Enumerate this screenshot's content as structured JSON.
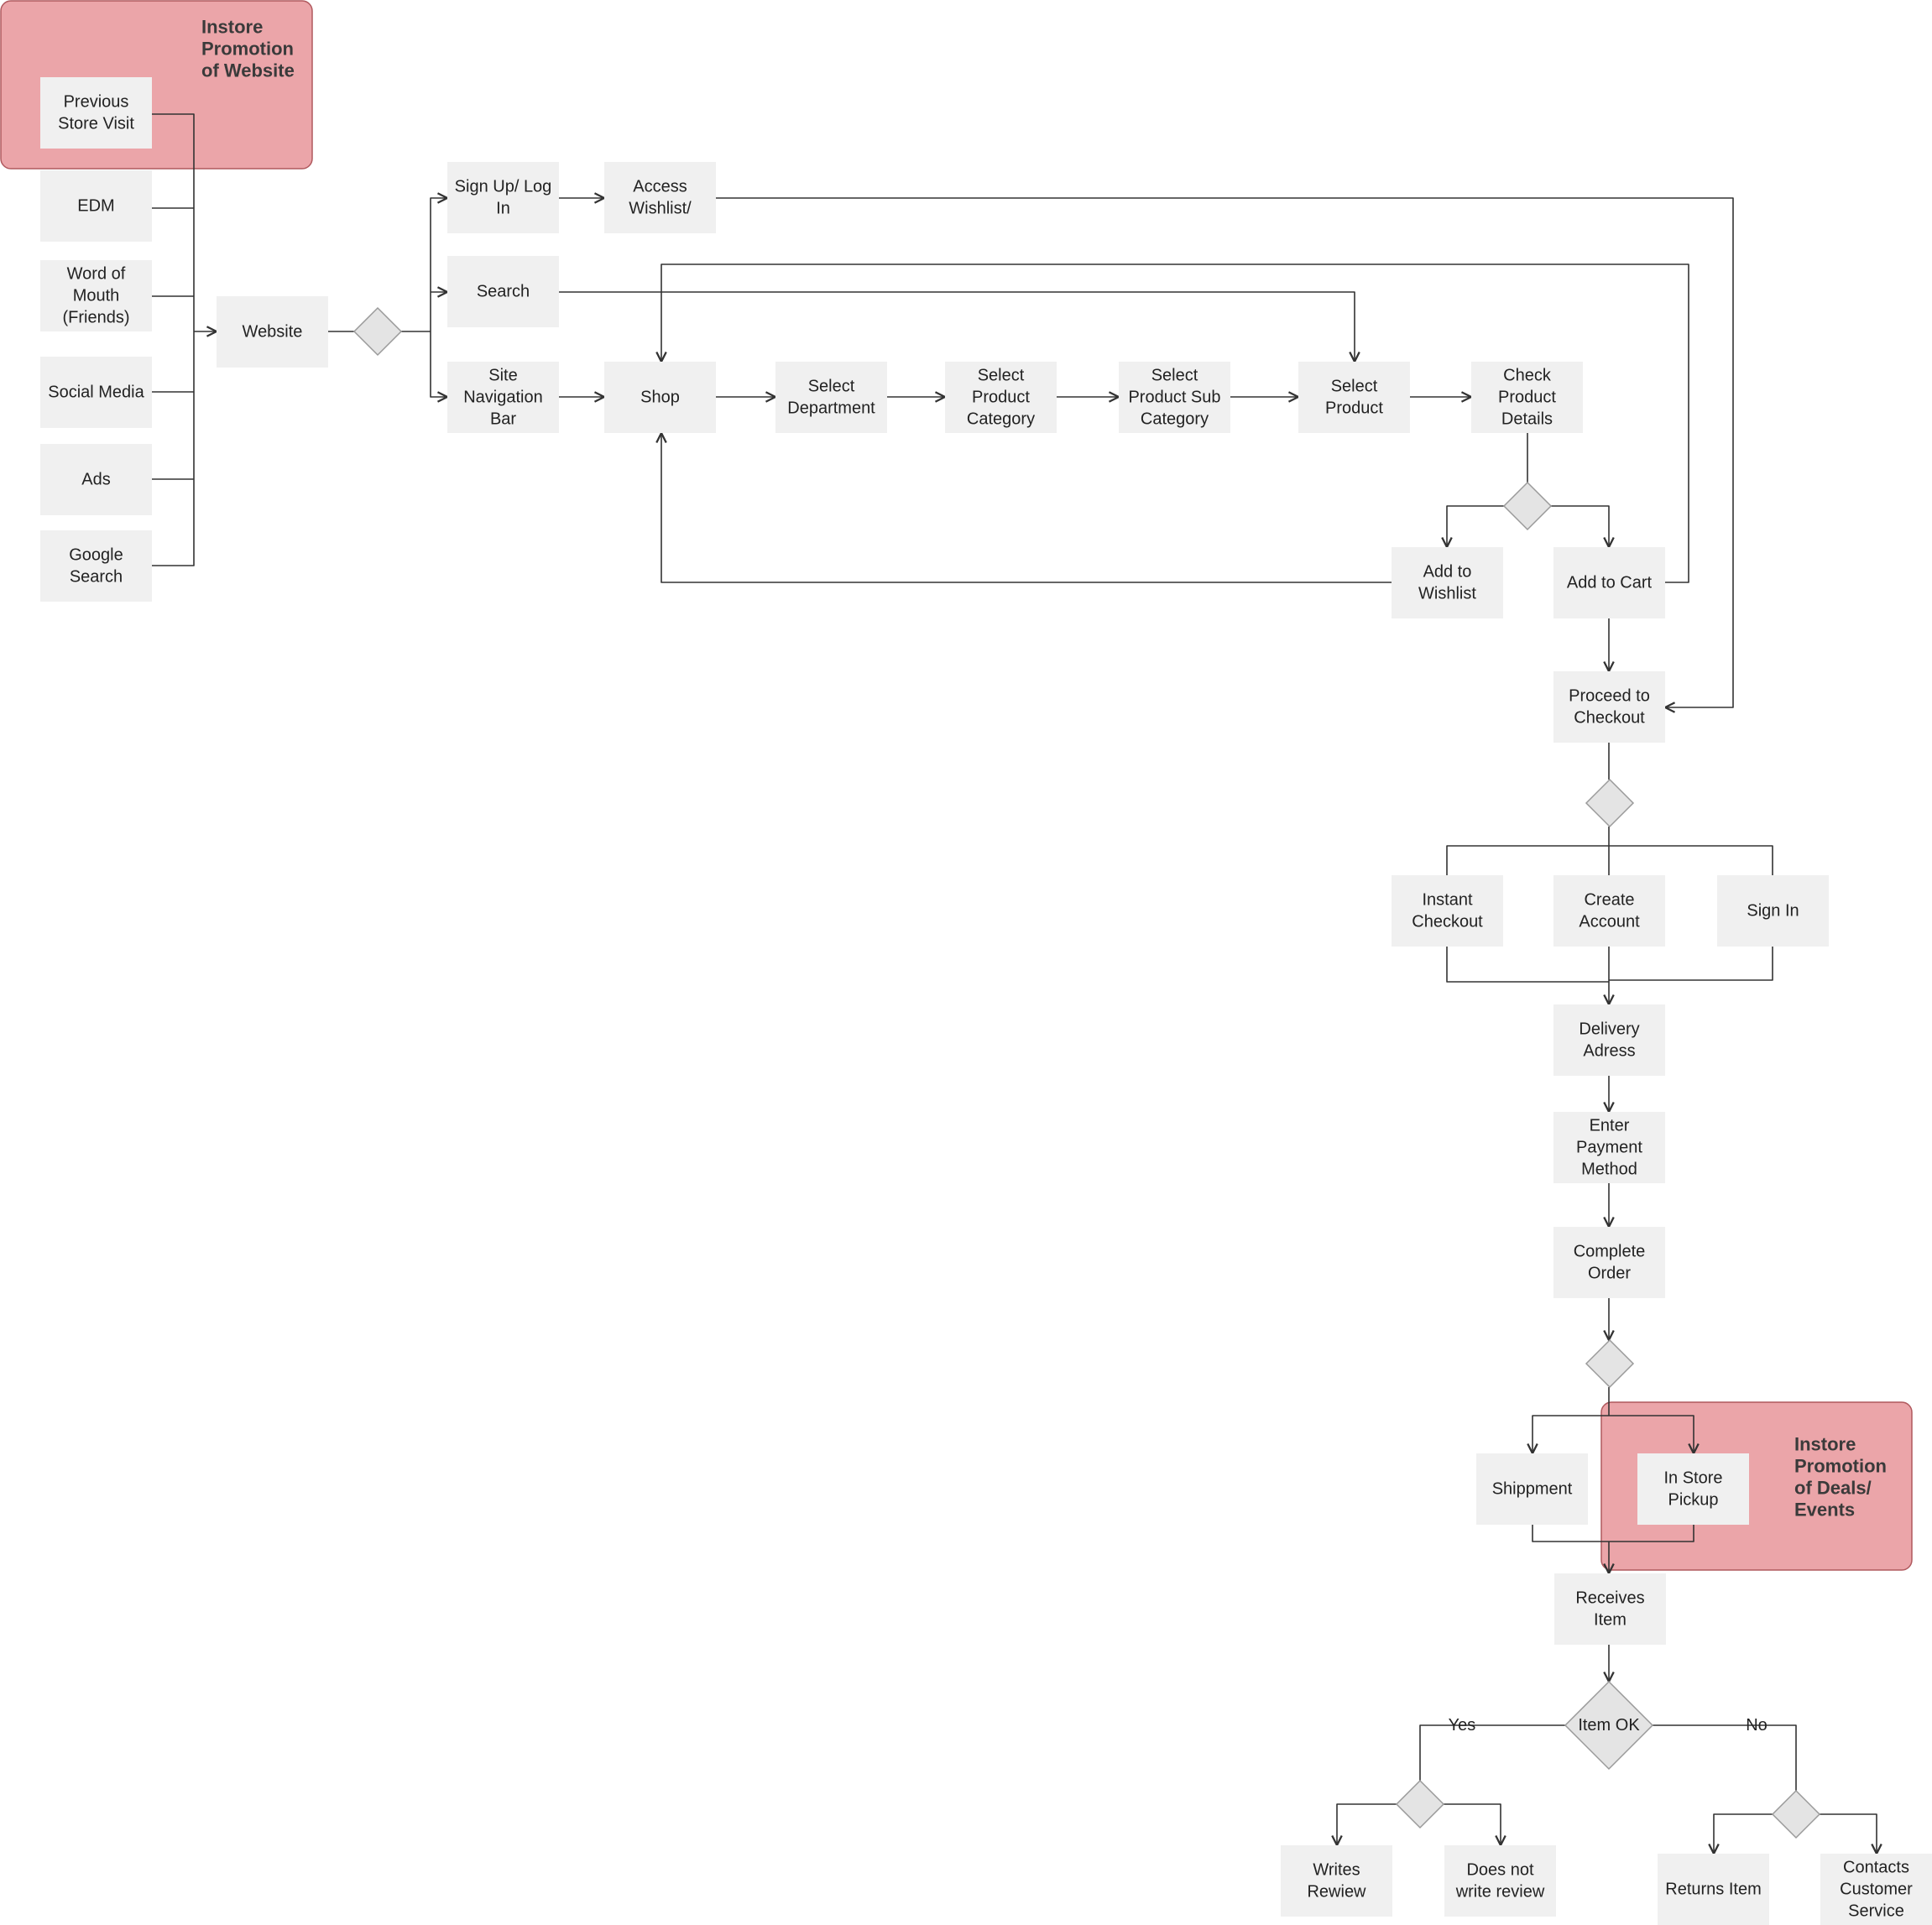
{
  "colors": {
    "box": "#f0f0f0",
    "region": "#eba5a9",
    "region_stroke": "#b0595e",
    "diamond_fill": "#e4e4e4",
    "diamond_stroke": "#9a9a9a",
    "line": "#333333"
  },
  "regions": {
    "instore_website": {
      "label": [
        "Instore",
        "Promotion",
        "of Website"
      ]
    },
    "instore_deals": {
      "label": [
        "Instore",
        "Promotion",
        "of Deals/",
        "Events"
      ]
    }
  },
  "nodes": {
    "prev_store": {
      "lines": [
        "Previous",
        "Store Visit"
      ]
    },
    "edm": {
      "lines": [
        "EDM"
      ]
    },
    "wom": {
      "lines": [
        "Word of",
        "Mouth",
        "(Friends)"
      ]
    },
    "social": {
      "lines": [
        "Social Media"
      ]
    },
    "ads": {
      "lines": [
        "Ads"
      ]
    },
    "google": {
      "lines": [
        "Google",
        "Search"
      ]
    },
    "website": {
      "lines": [
        "Website"
      ]
    },
    "signup": {
      "lines": [
        "Sign Up/ Log",
        "In"
      ]
    },
    "search": {
      "lines": [
        "Search"
      ]
    },
    "sitenav": {
      "lines": [
        "Site",
        "Navigation",
        "Bar"
      ]
    },
    "wishlist_access": {
      "lines": [
        "Access",
        "Wishlist/"
      ]
    },
    "shop": {
      "lines": [
        "Shop"
      ]
    },
    "dept": {
      "lines": [
        "Select",
        "Department"
      ]
    },
    "cat": {
      "lines": [
        "Select",
        "Product",
        "Category"
      ]
    },
    "subcat": {
      "lines": [
        "Select",
        "Product Sub",
        "Category"
      ]
    },
    "product": {
      "lines": [
        "Select",
        "Product"
      ]
    },
    "details": {
      "lines": [
        "Check",
        "Product",
        "Details"
      ]
    },
    "add_wishlist": {
      "lines": [
        "Add to",
        "Wishlist"
      ]
    },
    "add_cart": {
      "lines": [
        "Add to Cart"
      ]
    },
    "checkout": {
      "lines": [
        "Proceed to",
        "Checkout"
      ]
    },
    "instant": {
      "lines": [
        "Instant",
        "Checkout"
      ]
    },
    "create": {
      "lines": [
        "Create",
        "Account"
      ]
    },
    "signin": {
      "lines": [
        "Sign In"
      ]
    },
    "delivery": {
      "lines": [
        "Delivery",
        "Adress"
      ]
    },
    "payment": {
      "lines": [
        "Enter",
        "Payment",
        "Method"
      ]
    },
    "complete": {
      "lines": [
        "Complete",
        "Order"
      ]
    },
    "shipment": {
      "lines": [
        "Shippment"
      ]
    },
    "pickup": {
      "lines": [
        "In Store",
        "Pickup"
      ]
    },
    "receives": {
      "lines": [
        "Receives",
        "Item"
      ]
    },
    "writes": {
      "lines": [
        "Writes",
        "Rewiew"
      ]
    },
    "noreview": {
      "lines": [
        "Does not",
        "write review"
      ]
    },
    "returns": {
      "lines": [
        "Returns Item"
      ]
    },
    "contacts": {
      "lines": [
        "Contacts",
        "Customer",
        "Service"
      ]
    }
  },
  "decision": {
    "item_ok": "Item OK"
  },
  "edge_labels": {
    "yes": "Yes",
    "no": "No"
  }
}
